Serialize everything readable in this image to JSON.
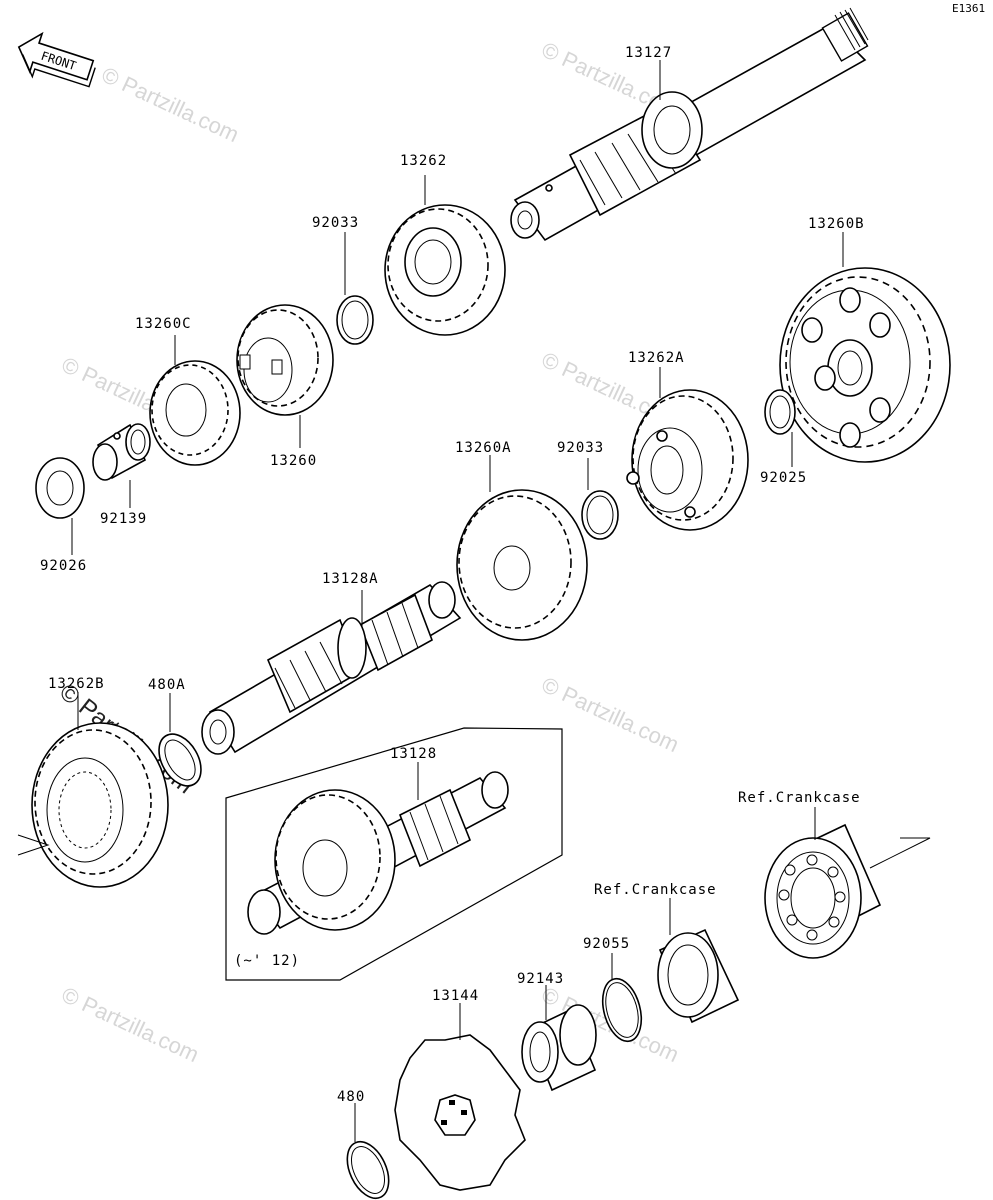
{
  "diagram_code": "E1361",
  "front_label": "FRONT",
  "watermark": "© Partzilla.com",
  "note": "(~' 12)",
  "labels": {
    "p13127": "13127",
    "p13262": "13262",
    "p92033a": "92033",
    "p13260c": "13260C",
    "p13260": "13260",
    "p92139": "92139",
    "p92026": "92026",
    "p13260b": "13260B",
    "p13262a": "13262A",
    "p92025": "92025",
    "p13260a": "13260A",
    "p92033b": "92033",
    "p13128a": "13128A",
    "p13262b": "13262B",
    "p480a": "480A",
    "p13128": "13128",
    "ref_crankcase_1": "Ref.Crankcase",
    "ref_crankcase_2": "Ref.Crankcase",
    "p92055": "92055",
    "p92143": "92143",
    "p13144": "13144",
    "p480": "480"
  }
}
